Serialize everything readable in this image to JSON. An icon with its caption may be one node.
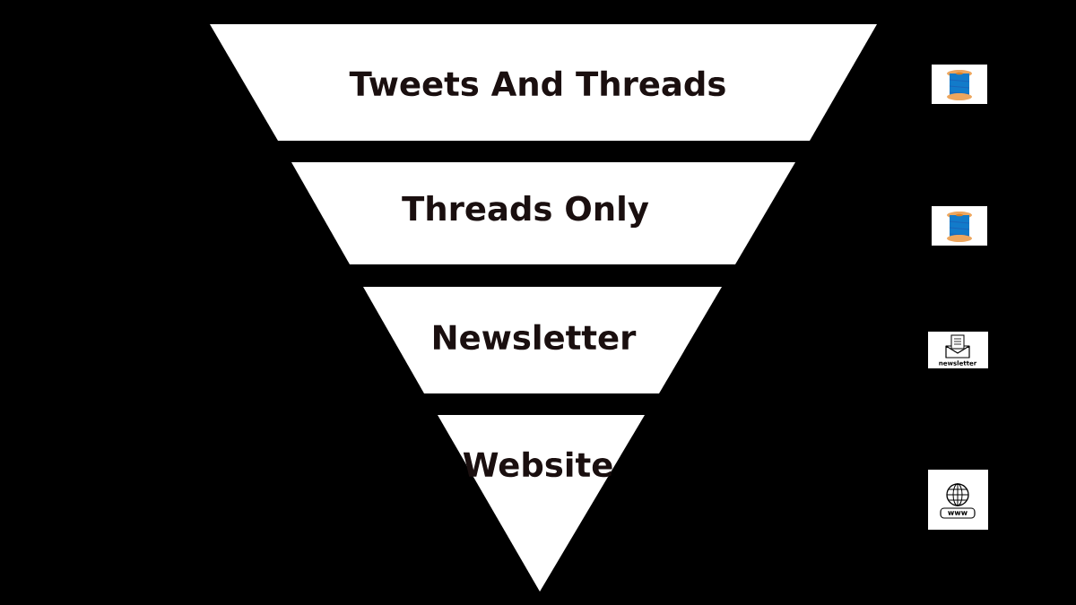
{
  "diagram": {
    "nodes": [
      {
        "text": [
          "Tweets And Threads"
        ]
      },
      {
        "text": [
          "Threads Only"
        ]
      },
      {
        "text": [
          "Newsletter"
        ]
      },
      {
        "text": [
          "Website"
        ]
      }
    ],
    "labels": [
      "newsletter",
      "www"
    ]
  }
}
